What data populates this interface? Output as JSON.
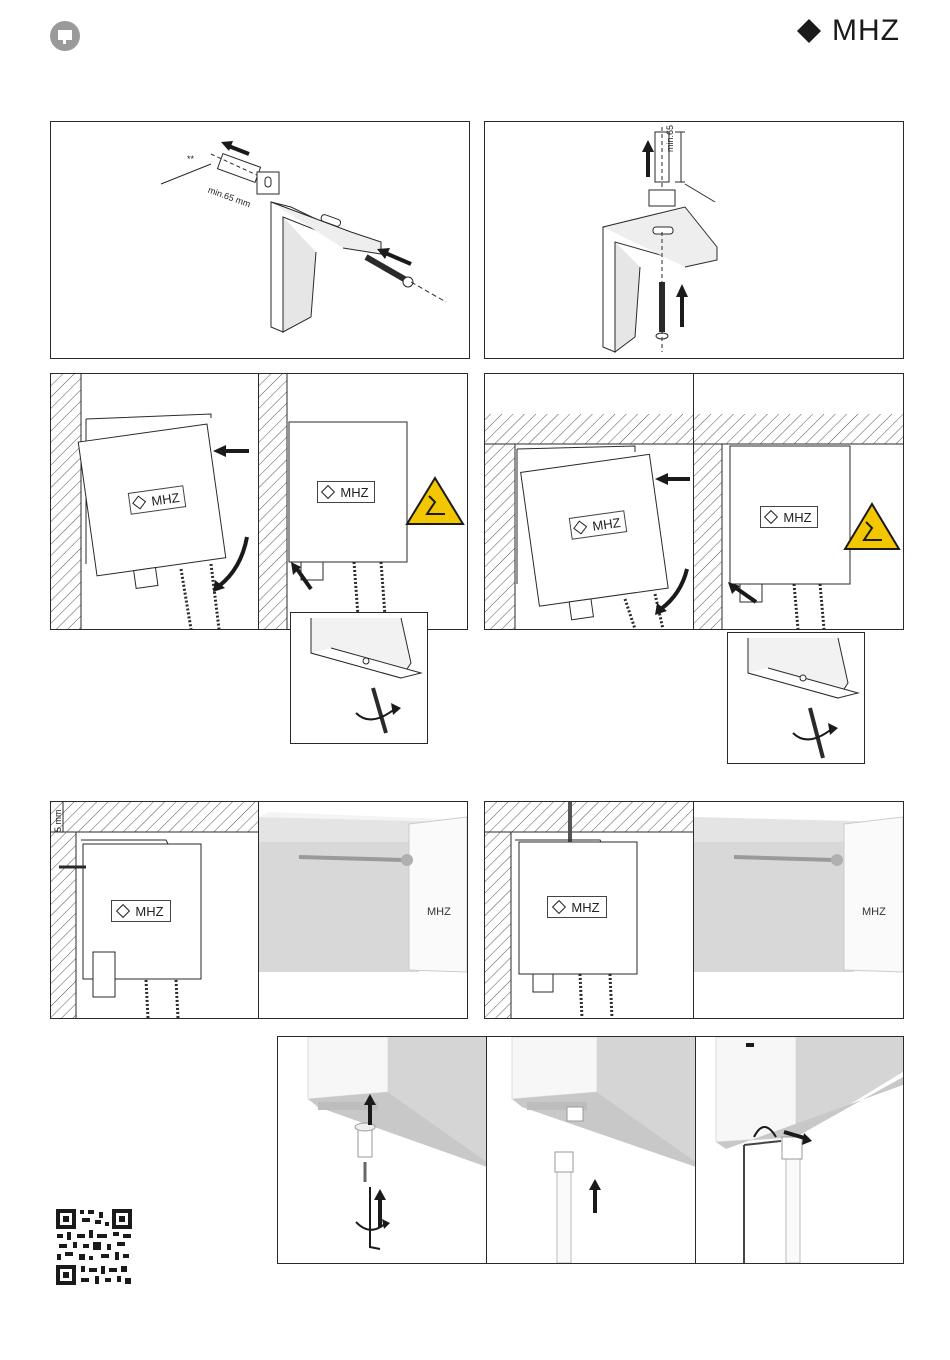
{
  "header": {
    "brand_name": "MHZ",
    "icon": "speech-bubble-icon"
  },
  "step1": {
    "label_stars": "**",
    "label_min_left": "min.65 mm",
    "label_min_right": "min.65 mm"
  },
  "logos": {
    "box_text": "MHZ"
  },
  "measure": {
    "gap_label": "5 mm"
  },
  "colors": {
    "warning_yellow": "#f2c700",
    "line": "#2a2a2a",
    "hatch": "#555555",
    "profile_grey": "#d6d6d6"
  }
}
